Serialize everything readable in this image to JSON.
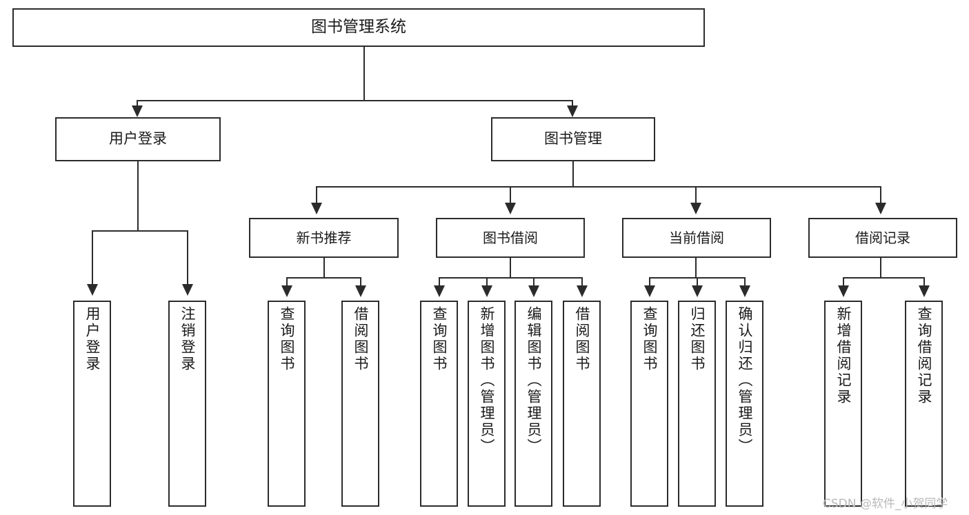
{
  "diagram": {
    "title": "图书管理系统",
    "type": "hierarchy-tree",
    "root": {
      "id": "root",
      "label": "图书管理系统"
    },
    "level2": [
      {
        "id": "user-login",
        "label": "用户登录"
      },
      {
        "id": "book-management",
        "label": "图书管理"
      }
    ],
    "level3": [
      {
        "id": "new-book-recommend",
        "label": "新书推荐"
      },
      {
        "id": "book-borrow",
        "label": "图书借阅"
      },
      {
        "id": "current-borrow",
        "label": "当前借阅"
      },
      {
        "id": "borrow-record",
        "label": "借阅记录"
      }
    ],
    "leaves": {
      "user_login": [
        {
          "id": "leaf-user-login",
          "label": "用户登录"
        },
        {
          "id": "leaf-logout",
          "label": "注销登录"
        }
      ],
      "new_book_recommend": [
        {
          "id": "leaf-query-book-1",
          "label": "查询图书"
        },
        {
          "id": "leaf-borrow-book-1",
          "label": "借阅图书"
        }
      ],
      "book_borrow": [
        {
          "id": "leaf-query-book-2",
          "label": "查询图书"
        },
        {
          "id": "leaf-add-book",
          "label": "新增图书（管理员）"
        },
        {
          "id": "leaf-edit-book",
          "label": "编辑图书（管理员）"
        },
        {
          "id": "leaf-borrow-book-2",
          "label": "借阅图书"
        }
      ],
      "current_borrow": [
        {
          "id": "leaf-query-book-3",
          "label": "查询图书"
        },
        {
          "id": "leaf-return-book",
          "label": "归还图书"
        },
        {
          "id": "leaf-confirm-return",
          "label": "确认归还（管理员）"
        }
      ],
      "borrow_record": [
        {
          "id": "leaf-add-record",
          "label": "新增借阅记录"
        },
        {
          "id": "leaf-query-record",
          "label": "查询借阅记录"
        }
      ]
    }
  },
  "watermark": {
    "text": "CSDN @软件_小贺同学"
  },
  "colors": {
    "line": "#2b2b2b",
    "box_fill": "#ffffff",
    "text": "#1a1a1a",
    "watermark": "#b9b9b9",
    "background": "#ffffff"
  }
}
